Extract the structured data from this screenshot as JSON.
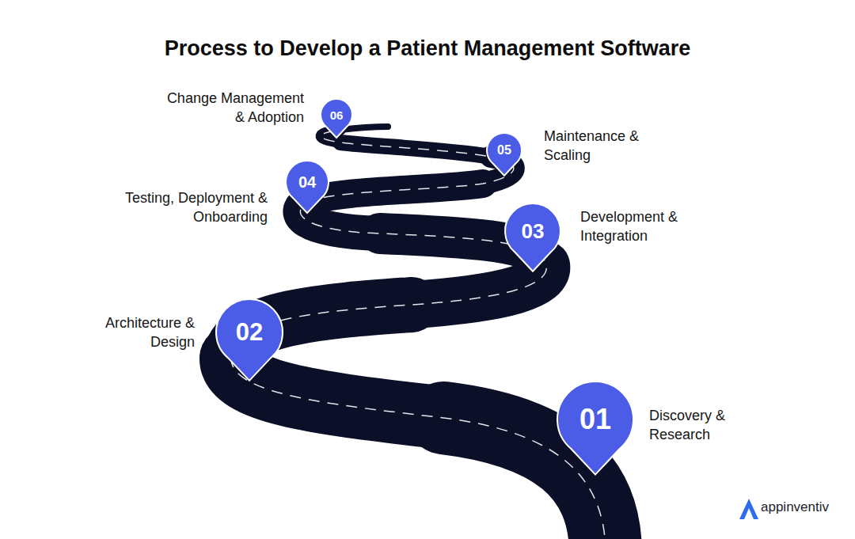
{
  "diagram": {
    "title": "Process to Develop a Patient Management Software",
    "nodes": [
      {
        "text": [
          "01",
          "Discovery & Research"
        ]
      },
      {
        "text": [
          "02",
          "Architecture & Design"
        ]
      },
      {
        "text": [
          "03",
          "Development & Integration"
        ]
      },
      {
        "text": [
          "04",
          "Testing, Deployment & Onboarding"
        ]
      },
      {
        "text": [
          "05",
          "Maintenance & Scaling"
        ]
      },
      {
        "text": [
          "06",
          "Change Management & Adoption"
        ]
      }
    ],
    "labels": [
      "appinventiv"
    ]
  }
}
